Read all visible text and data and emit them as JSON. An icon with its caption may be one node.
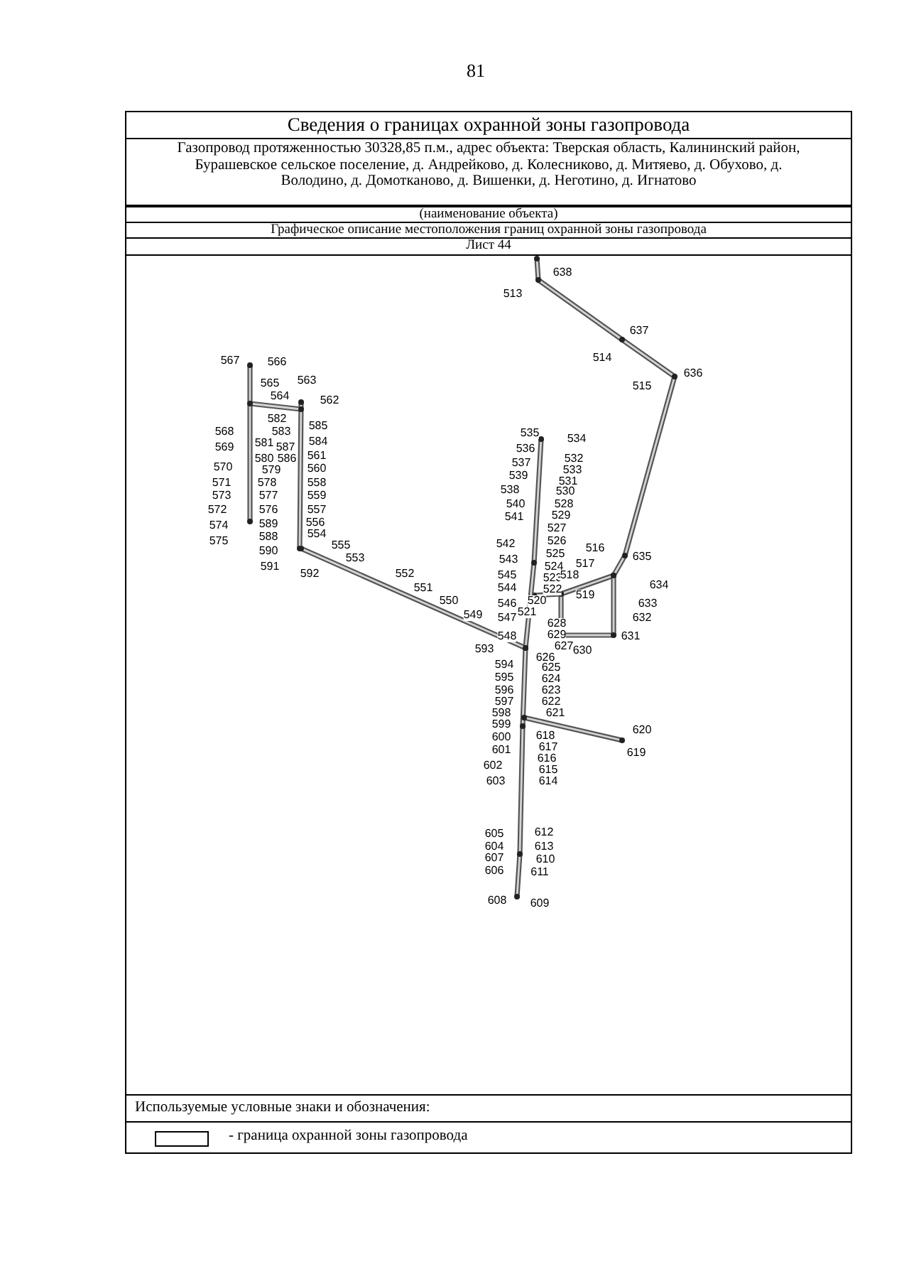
{
  "diagram": {
    "title": "Сведения о границах охранной зоны газопровода",
    "labels": [
      "81",
      "Газопровод протяженностью 30328,85 п.м., адрес объекта: Тверская область, Калининский район, Бурашевское сельское поселение, д. Андрейково, д. Колесниково, д. Митяево, д. Обухово, д. Володино, д. Домотканово, д. Вишенки, д. Неготино, д. Игнатово",
      "(наименование объекта)",
      "Графическое описание местоположения границ охранной зоны газопровода",
      "Лист 44",
      "638",
      "513",
      "637",
      "514",
      "567",
      "566",
      "636",
      "563",
      "565",
      "515",
      "564",
      "562",
      "582",
      "585",
      "568",
      "583",
      "535",
      "534",
      "584",
      "581",
      "569",
      "587",
      "536",
      "561",
      "580",
      "586",
      "532",
      "537",
      "570",
      "560",
      "579",
      "533",
      "539",
      "531",
      "571",
      "578",
      "558",
      "538",
      "530",
      "573",
      "577",
      "559",
      "540",
      "528",
      "572",
      "576",
      "557",
      "529",
      "541",
      "589",
      "556",
      "574",
      "527",
      "554",
      "588",
      "555",
      "575",
      "526",
      "542",
      "516",
      "590",
      "525",
      "635",
      "553",
      "543",
      "517",
      "524",
      "591",
      "592",
      "552",
      "545",
      "523",
      "518",
      "634",
      "551",
      "544",
      "522",
      "519",
      "520",
      "633",
      "546",
      "521",
      "550",
      "549",
      "547",
      "632",
      "628",
      "629",
      "548",
      "631",
      "627",
      "593",
      "630",
      "626",
      "594",
      "625",
      "595",
      "624",
      "596",
      "623",
      "597",
      "622",
      "598",
      "621",
      "599",
      "618",
      "620",
      "600",
      "617",
      "619",
      "601",
      "616",
      "602",
      "615",
      "603",
      "614",
      "612",
      "605",
      "604",
      "613",
      "607",
      "610",
      "606",
      "611",
      "608",
      "609",
      "Используемые условные знаки и обозначения:"
    ],
    "legend": [
      {
        "text": "- граница охранной зоны газопровода"
      }
    ]
  }
}
